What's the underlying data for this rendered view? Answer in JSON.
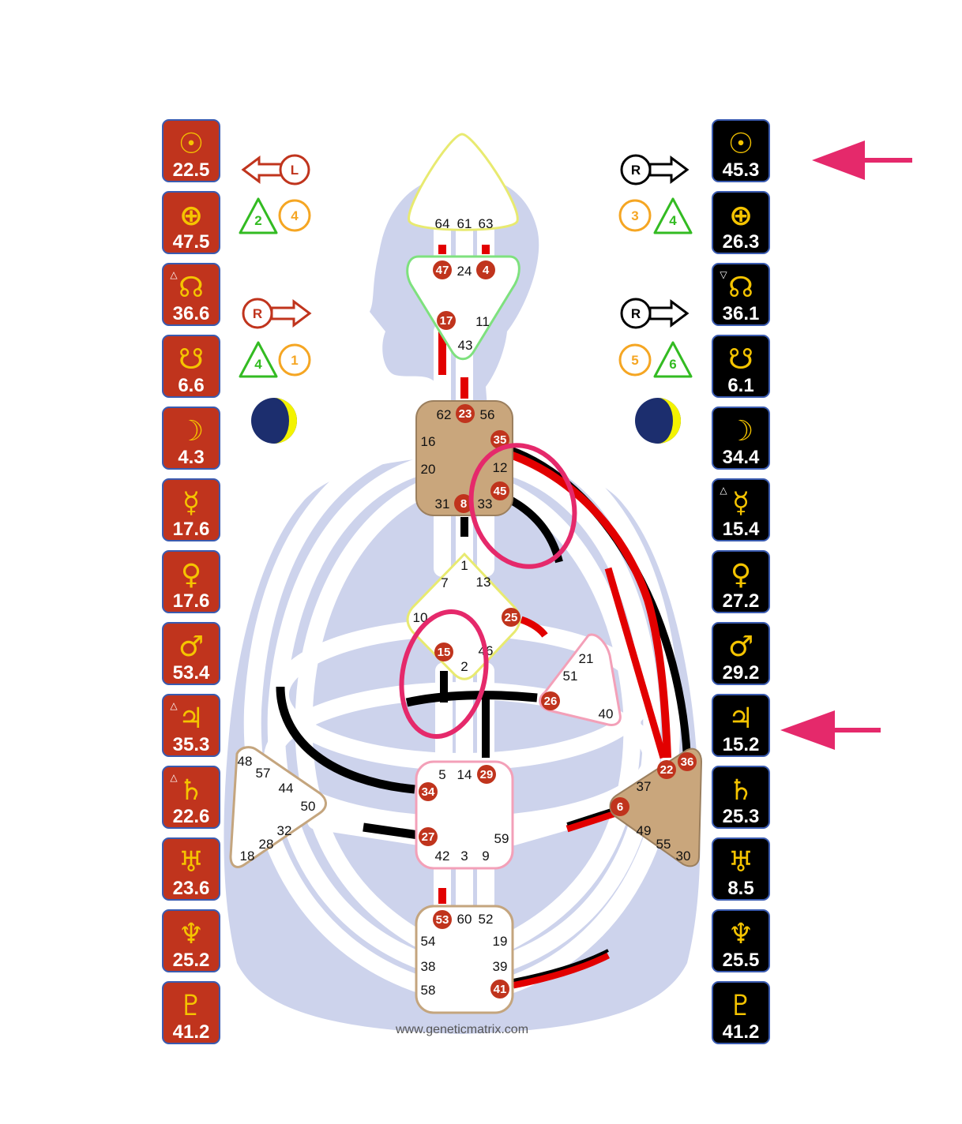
{
  "left_column": {
    "label": "",
    "items": [
      {
        "symbol": "☉",
        "value": "22.5",
        "marker": ""
      },
      {
        "symbol": "⊕",
        "value": "47.5",
        "marker": ""
      },
      {
        "symbol": "☊",
        "value": "36.6",
        "marker": "△"
      },
      {
        "symbol": "☋",
        "value": "6.6",
        "marker": ""
      },
      {
        "symbol": "☽",
        "value": "4.3",
        "marker": ""
      },
      {
        "symbol": "☿",
        "value": "17.6",
        "marker": ""
      },
      {
        "symbol": "♀",
        "value": "17.6",
        "marker": ""
      },
      {
        "symbol": "♂",
        "value": "53.4",
        "marker": ""
      },
      {
        "symbol": "♃",
        "value": "35.3",
        "marker": "△"
      },
      {
        "symbol": "♄",
        "value": "22.6",
        "marker": "△"
      },
      {
        "symbol": "♅",
        "value": "23.6",
        "marker": ""
      },
      {
        "symbol": "♆",
        "value": "25.2",
        "marker": ""
      },
      {
        "symbol": "♇",
        "value": "41.2",
        "marker": ""
      }
    ]
  },
  "right_column": {
    "items": [
      {
        "symbol": "☉",
        "value": "45.3",
        "marker": ""
      },
      {
        "symbol": "⊕",
        "value": "26.3",
        "marker": ""
      },
      {
        "symbol": "☊",
        "value": "36.1",
        "marker": "▽"
      },
      {
        "symbol": "☋",
        "value": "6.1",
        "marker": ""
      },
      {
        "symbol": "☽",
        "value": "34.4",
        "marker": ""
      },
      {
        "symbol": "☿",
        "value": "15.4",
        "marker": "△"
      },
      {
        "symbol": "♀",
        "value": "27.2",
        "marker": ""
      },
      {
        "symbol": "♂",
        "value": "29.2",
        "marker": ""
      },
      {
        "symbol": "♃",
        "value": "15.2",
        "marker": ""
      },
      {
        "symbol": "♄",
        "value": "25.3",
        "marker": ""
      },
      {
        "symbol": "♅",
        "value": "8.5",
        "marker": ""
      },
      {
        "symbol": "♆",
        "value": "25.5",
        "marker": ""
      },
      {
        "symbol": "♇",
        "value": "41.2",
        "marker": ""
      }
    ]
  },
  "variables": {
    "left_top_arrow": "L",
    "left_top_nums": [
      "2",
      "4"
    ],
    "left_mid_arrow": "R",
    "left_mid_nums": [
      "4",
      "1"
    ],
    "right_top_arrow": "R",
    "right_top_nums": [
      "3",
      "4"
    ],
    "right_mid_arrow": "R",
    "right_mid_nums": [
      "5",
      "6"
    ]
  },
  "centers": {
    "head": {
      "gates": [
        "64",
        "61",
        "63"
      ]
    },
    "ajna": {
      "gates": [
        "24",
        "11",
        "43"
      ],
      "active": [
        "47",
        "4",
        "17"
      ]
    },
    "throat": {
      "gates": [
        "62",
        "56",
        "16",
        "20",
        "12",
        "31",
        "33"
      ],
      "active": [
        "23",
        "35",
        "45",
        "8"
      ]
    },
    "g": {
      "gates": [
        "1",
        "7",
        "13",
        "10",
        "2",
        "46"
      ],
      "active": [
        "25",
        "15"
      ]
    },
    "heart": {
      "gates": [
        "21",
        "51",
        "40"
      ],
      "active": [
        "26"
      ]
    },
    "spleen": {
      "gates": [
        "48",
        "57",
        "44",
        "50",
        "32",
        "28",
        "18"
      ]
    },
    "sacral": {
      "gates": [
        "5",
        "14",
        "59",
        "42",
        "3",
        "9"
      ],
      "active": [
        "29",
        "34",
        "27"
      ]
    },
    "solar_plexus": {
      "gates": [
        "37",
        "49",
        "55",
        "30"
      ],
      "active": [
        "22",
        "36",
        "6"
      ]
    },
    "root": {
      "gates": [
        "60",
        "52",
        "54",
        "19",
        "38",
        "39",
        "58"
      ],
      "active": [
        "53",
        "41"
      ]
    }
  },
  "footer": "www.geneticmatrix.com",
  "colors": {
    "design_red": "#c0341d",
    "personality_black": "#000000",
    "planet_gold": "#f5c400",
    "body_bg": "#cdd3ec",
    "annotation_pink": "#e5296b",
    "center_tan": "#c9a67c"
  }
}
